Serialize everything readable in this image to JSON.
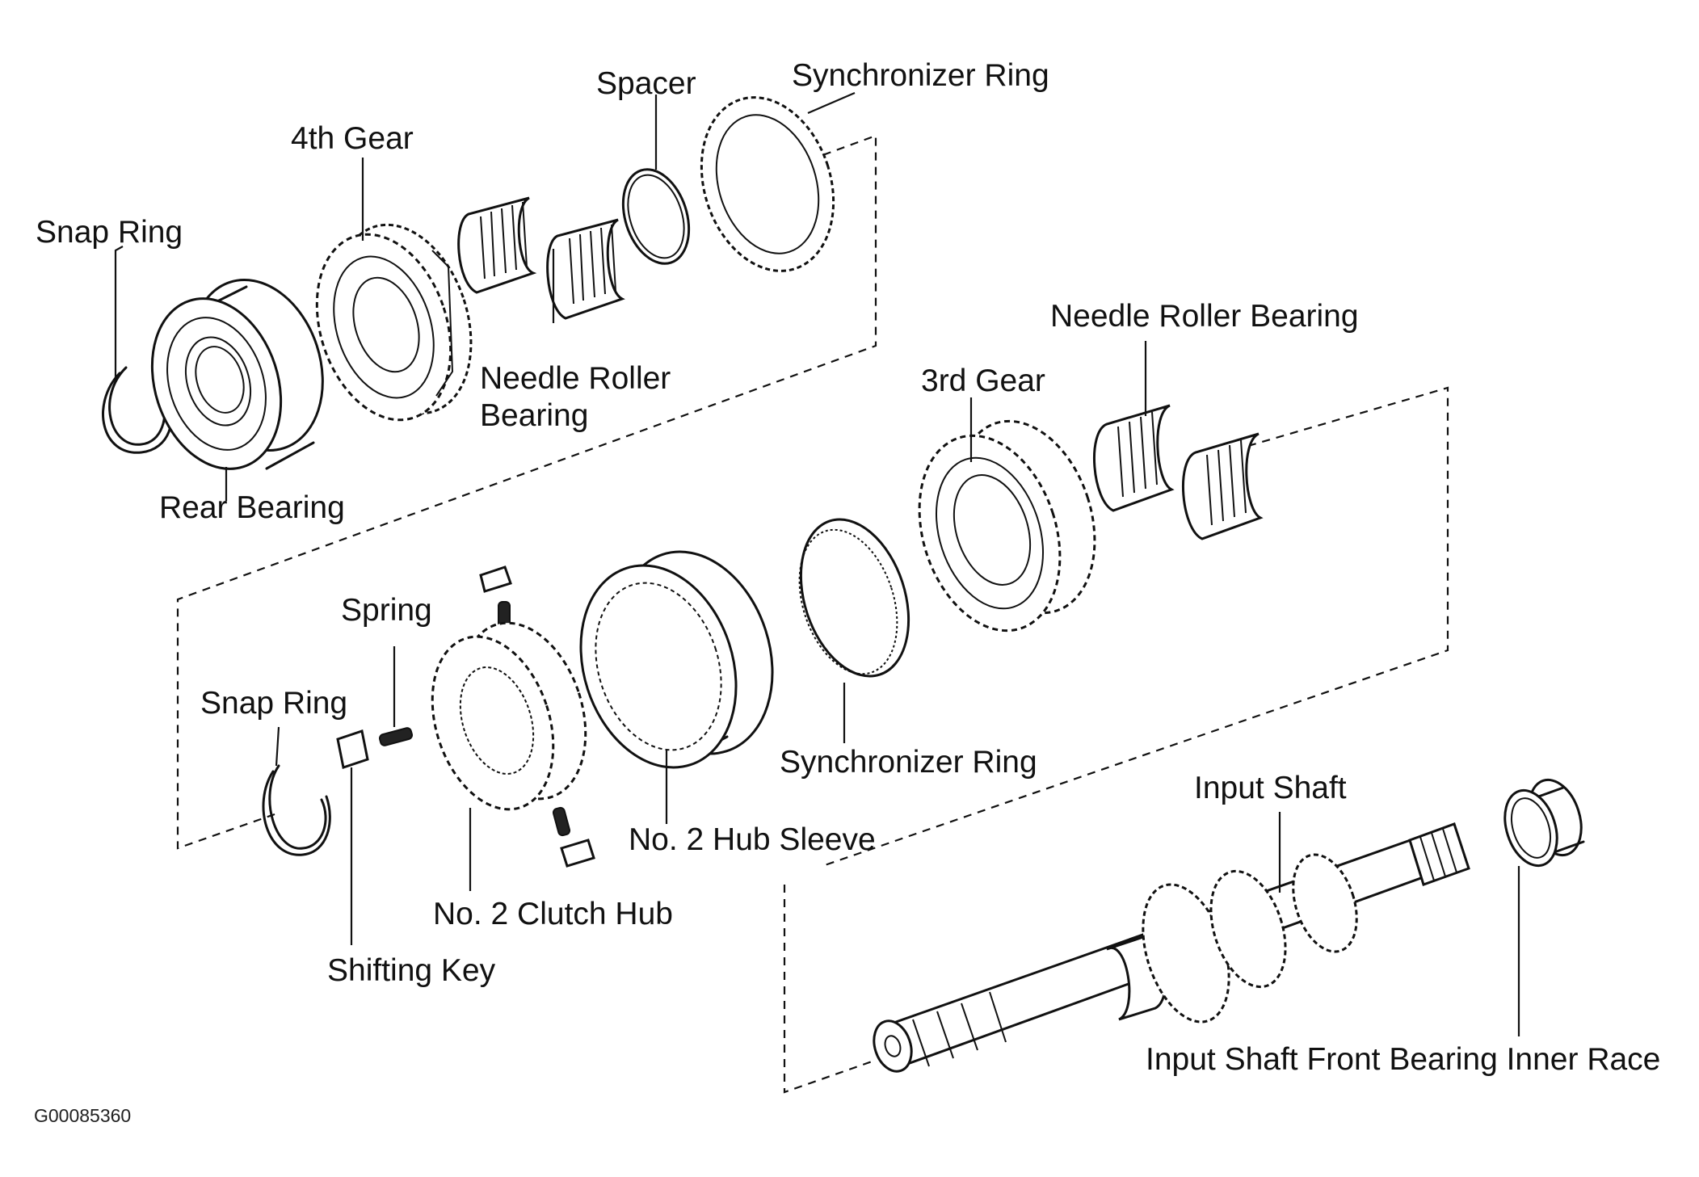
{
  "labels": {
    "snap_ring_top": "Snap Ring",
    "fourth_gear": "4th Gear",
    "spacer": "Spacer",
    "sync_ring_top": "Synchronizer Ring",
    "rear_bearing": "Rear Bearing",
    "needle_bearing_top": "Needle Roller\nBearing",
    "needle_bearing_right": "Needle Roller Bearing",
    "third_gear": "3rd Gear",
    "spring": "Spring",
    "snap_ring_bottom": "Snap Ring",
    "sync_ring_bottom": "Synchronizer Ring",
    "input_shaft": "Input Shaft",
    "hub_sleeve": "No. 2 Hub Sleeve",
    "clutch_hub": "No. 2 Clutch Hub",
    "shifting_key": "Shifting Key",
    "inner_race": "Input Shaft Front Bearing Inner Race"
  },
  "figure_code": "G00085360"
}
